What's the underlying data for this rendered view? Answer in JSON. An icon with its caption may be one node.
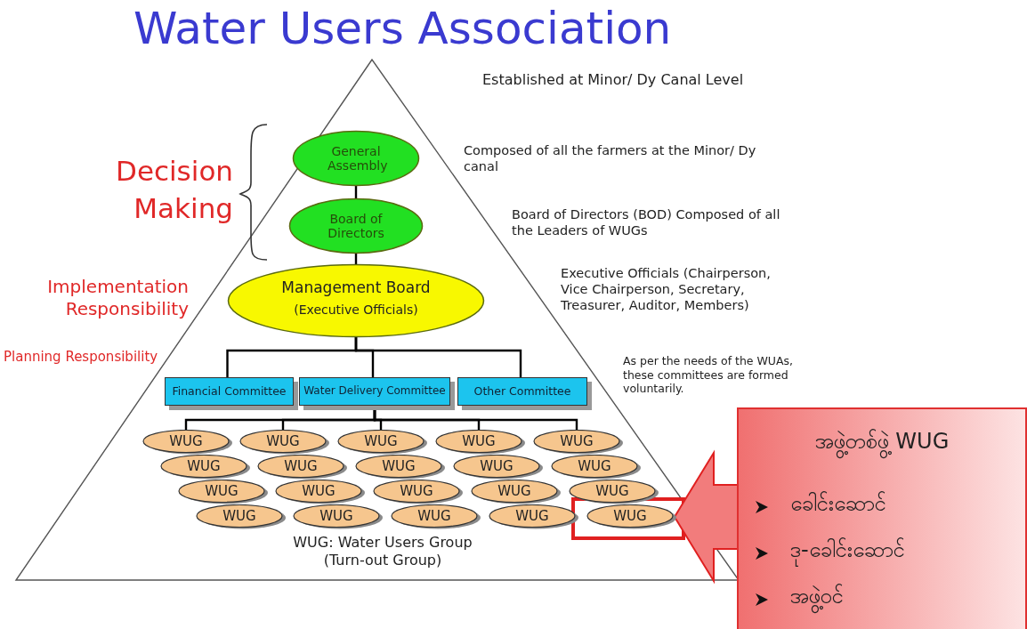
{
  "diagram": {
    "title": "Water Users Association",
    "nodes": [
      {
        "text": [
          "General Assembly"
        ]
      },
      {
        "text": [
          "Board of Directors"
        ]
      },
      {
        "text": [
          "Management Board",
          "(Executive Officials)"
        ]
      },
      {
        "text": [
          "Financial Committee"
        ]
      },
      {
        "text": [
          "Water Delivery Committee"
        ]
      },
      {
        "text": [
          "Other Committee"
        ]
      },
      {
        "text": [
          "WUG"
        ]
      },
      {
        "text": [
          "WUG"
        ]
      },
      {
        "text": [
          "WUG"
        ]
      },
      {
        "text": [
          "WUG"
        ]
      },
      {
        "text": [
          "WUG"
        ]
      },
      {
        "text": [
          "WUG"
        ]
      },
      {
        "text": [
          "WUG"
        ]
      },
      {
        "text": [
          "WUG"
        ]
      },
      {
        "text": [
          "WUG"
        ]
      },
      {
        "text": [
          "WUG"
        ]
      },
      {
        "text": [
          "WUG"
        ]
      },
      {
        "text": [
          "WUG"
        ]
      },
      {
        "text": [
          "WUG"
        ]
      },
      {
        "text": [
          "WUG"
        ]
      },
      {
        "text": [
          "WUG"
        ]
      },
      {
        "text": [
          "WUG"
        ]
      },
      {
        "text": [
          "WUG"
        ]
      },
      {
        "text": [
          "WUG"
        ]
      },
      {
        "text": [
          "WUG"
        ]
      },
      {
        "text": [
          "WUG"
        ]
      },
      {
        "text": [
          "အဖွဲ့တစ်ဖွဲ့ WUG",
          "ခေါင်းဆောင်",
          "ဒု-ခေါင်းဆောင်",
          "အဖွဲ့ဝင်"
        ]
      }
    ],
    "edges": [
      {
        "from": 0,
        "to": 1,
        "arrow": "none"
      },
      {
        "from": 1,
        "to": 2,
        "arrow": "none"
      },
      {
        "from": 2,
        "to": 3,
        "arrow": "none"
      },
      {
        "from": 2,
        "to": 4,
        "arrow": "none"
      },
      {
        "from": 2,
        "to": 5,
        "arrow": "none"
      },
      {
        "from": 4,
        "to": 6,
        "arrow": "none"
      },
      {
        "from": 4,
        "to": 7,
        "arrow": "none"
      },
      {
        "from": 4,
        "to": 8,
        "arrow": "none"
      },
      {
        "from": 4,
        "to": 9,
        "arrow": "none"
      },
      {
        "from": 4,
        "to": 10,
        "arrow": "none"
      },
      {
        "from": 26,
        "to": 25,
        "arrow": "to"
      }
    ],
    "labels": [
      "Established at Minor/ Dy Canal Level",
      "Decision Making",
      "Composed of all the farmers at the Minor/ Dy canal",
      "Board of Directors (BOD) Composed of all the Leaders of WUGs",
      "Implementation Responsibility",
      "Executive Officials (Chairperson, Vice Chairperson, Secretary, Treasurer, Auditor, Members)",
      "Planning Responsibility",
      "As per the needs of the WUAs, these committees are formed voluntarily.",
      "WUG: Water Users Group (Turn-out Group)"
    ]
  }
}
